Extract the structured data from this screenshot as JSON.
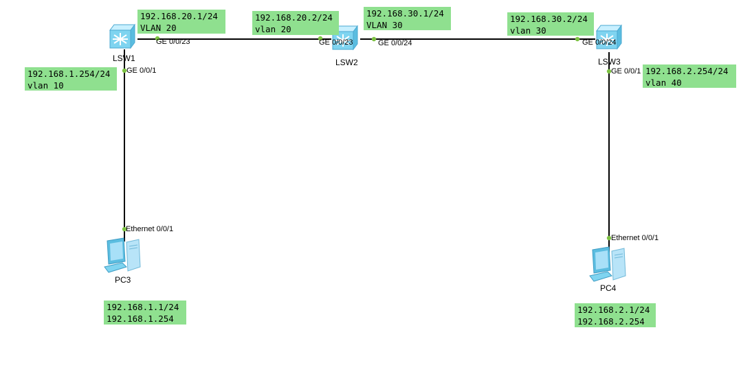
{
  "devices": {
    "lsw1": {
      "name": "LSW1"
    },
    "lsw2": {
      "name": "LSW2"
    },
    "lsw3": {
      "name": "LSW3"
    },
    "pc3": {
      "name": "PC3"
    },
    "pc4": {
      "name": "PC4"
    }
  },
  "ports": {
    "lsw1_ge0023": "GE 0/0/23",
    "lsw1_ge001": "GE 0/0/1",
    "lsw2_ge0023": "GE 0/0/23",
    "lsw2_ge0024": "GE 0/0/24",
    "lsw3_ge0024": "GE 0/0/24",
    "lsw3_ge001": "GE 0/0/1",
    "pc3_eth": "Ethernet 0/0/1",
    "pc4_eth": "Ethernet 0/0/1"
  },
  "labels": {
    "lsw1_vlan20": {
      "line1": "192.168.20.1/24",
      "line2": "VLAN 20"
    },
    "lsw2_vlan20": {
      "line1": "192.168.20.2/24",
      "line2": "vlan 20"
    },
    "lsw2_vlan30": {
      "line1": "192.168.30.1/24",
      "line2": "VLAN 30"
    },
    "lsw3_vlan30": {
      "line1": "192.168.30.2/24",
      "line2": "vlan 30"
    },
    "lsw1_vlan10": {
      "line1": "192.168.1.254/24",
      "line2": "vlan 10"
    },
    "lsw3_vlan40": {
      "line1": "192.168.2.254/24",
      "line2": "vlan 40"
    },
    "pc3_ip": {
      "line1": "192.168.1.1/24",
      "line2": "192.168.1.254"
    },
    "pc4_ip": {
      "line1": "192.168.2.1/24",
      "line2": "192.168.2.254"
    }
  },
  "colors": {
    "label_bg": "#8fe08f",
    "port_dot": "#7dc242",
    "link": "#000000",
    "switch_body": "#7fd4f0"
  },
  "icons": {
    "switch": "layer3-switch-icon",
    "pc": "desktop-pc-icon"
  }
}
